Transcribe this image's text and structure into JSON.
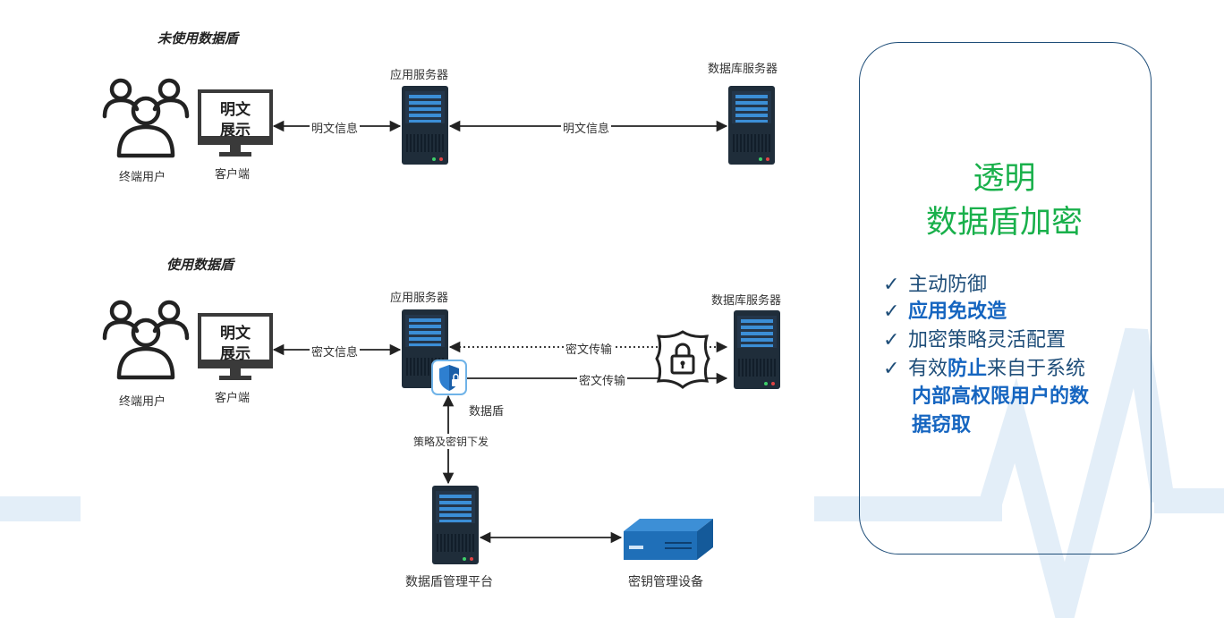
{
  "colors": {
    "accent_green": "#19b04b",
    "accent_blue": "#1565c0",
    "card_border": "#1f4e79",
    "server_dark": "#1f2d3a",
    "server_blue": "#3b8ed6",
    "bg_stripe": "#e3eef8"
  },
  "top": {
    "title": "未使用数据盾",
    "users_label": "终端用户",
    "client_text_1": "明文",
    "client_text_2": "展示",
    "client_label": "客户端",
    "app_server_label": "应用服务器",
    "db_server_label": "数据库服务器",
    "link_client_app": "明文信息",
    "link_app_db": "明文信息"
  },
  "bottom": {
    "title": "使用数据盾",
    "users_label": "终端用户",
    "client_text_1": "明文",
    "client_text_2": "展示",
    "client_label": "客户端",
    "app_server_label": "应用服务器",
    "db_server_label": "数据库服务器",
    "link_client_app": "密文信息",
    "link_app_db_dotted": "密文传输",
    "link_app_db_solid": "密文传输",
    "shield_label": "数据盾",
    "link_policy": "策略及密钥下发",
    "mgmt_label": "数据盾管理平台",
    "key_device_label": "密钥管理设备"
  },
  "card": {
    "title_line1": "透明",
    "title_line2": "数据盾加密",
    "check_mark": "✓",
    "features": [
      {
        "pre": "主动防御",
        "bold": "",
        "post": ""
      },
      {
        "pre": "",
        "bold": "应用免改造",
        "post": ""
      },
      {
        "pre": "加密策略灵活配置",
        "bold": "",
        "post": ""
      },
      {
        "pre": "有效",
        "bold": "防止",
        "post": "来自于系统"
      }
    ],
    "feature_cont_1": "内部高权限用户的数",
    "feature_cont_2": "据窃取"
  }
}
